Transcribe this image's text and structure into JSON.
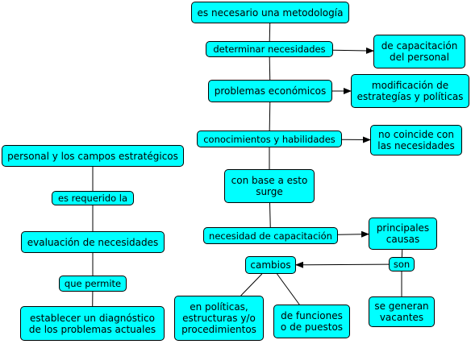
{
  "diagram": {
    "nodes": [
      {
        "id": "metodologia",
        "label": "es necesario una metodología"
      },
      {
        "id": "determinar",
        "label": "determinar necesidades"
      },
      {
        "id": "capacitacion_personal",
        "label": "de capacitación\ndel personal"
      },
      {
        "id": "economicos",
        "label": "problemas económicos"
      },
      {
        "id": "modificacion",
        "label": "modificación de\nestrategías y políticas"
      },
      {
        "id": "conocimientos",
        "label": "conocimientos y habilidades"
      },
      {
        "id": "no_coincide",
        "label": "no coincide con\nlas necesidades"
      },
      {
        "id": "con_base",
        "label": "con base a esto\nsurge"
      },
      {
        "id": "necesidad_cap",
        "label": "necesidad de capacitación"
      },
      {
        "id": "principales",
        "label": "principales\ncausas"
      },
      {
        "id": "son",
        "label": "son"
      },
      {
        "id": "cambios",
        "label": "cambios"
      },
      {
        "id": "vacantes",
        "label": "se generan\nvacantes"
      },
      {
        "id": "politicas",
        "label": "en políticas,\nestructuras y/o\nprocedimientos"
      },
      {
        "id": "funciones",
        "label": "de funciones\no de puestos"
      },
      {
        "id": "personal",
        "label": "personal y los campos estratégicos"
      },
      {
        "id": "requerido",
        "label": "es requerido la"
      },
      {
        "id": "evaluacion",
        "label": "evaluación de necesidades"
      },
      {
        "id": "permite",
        "label": "que permite"
      },
      {
        "id": "diagnostico",
        "label": "establecer un diagnóstico\nde los problemas actuales"
      }
    ],
    "edges": [
      {
        "from": "metodologia",
        "to": "determinar",
        "arrow": false
      },
      {
        "from": "determinar",
        "to": "capacitacion_personal",
        "arrow": true
      },
      {
        "from": "determinar",
        "to": "economicos",
        "arrow": false
      },
      {
        "from": "economicos",
        "to": "modificacion",
        "arrow": true
      },
      {
        "from": "economicos",
        "to": "conocimientos",
        "arrow": false
      },
      {
        "from": "conocimientos",
        "to": "no_coincide",
        "arrow": true
      },
      {
        "from": "conocimientos",
        "to": "con_base",
        "arrow": false
      },
      {
        "from": "con_base",
        "to": "necesidad_cap",
        "arrow": false
      },
      {
        "from": "necesidad_cap",
        "to": "principales",
        "arrow": true
      },
      {
        "from": "principales",
        "to": "son",
        "arrow": false
      },
      {
        "from": "son",
        "to": "cambios",
        "arrow": true
      },
      {
        "from": "son",
        "to": "vacantes",
        "arrow": false
      },
      {
        "from": "cambios",
        "to": "politicas",
        "arrow": false
      },
      {
        "from": "cambios",
        "to": "funciones",
        "arrow": false
      },
      {
        "from": "personal",
        "to": "requerido",
        "arrow": false
      },
      {
        "from": "requerido",
        "to": "evaluacion",
        "arrow": false
      },
      {
        "from": "evaluacion",
        "to": "permite",
        "arrow": false
      },
      {
        "from": "permite",
        "to": "diagnostico",
        "arrow": false
      }
    ]
  },
  "colors": {
    "node_fill": "#00ffff",
    "node_border": "#000000",
    "line": "#000000"
  }
}
